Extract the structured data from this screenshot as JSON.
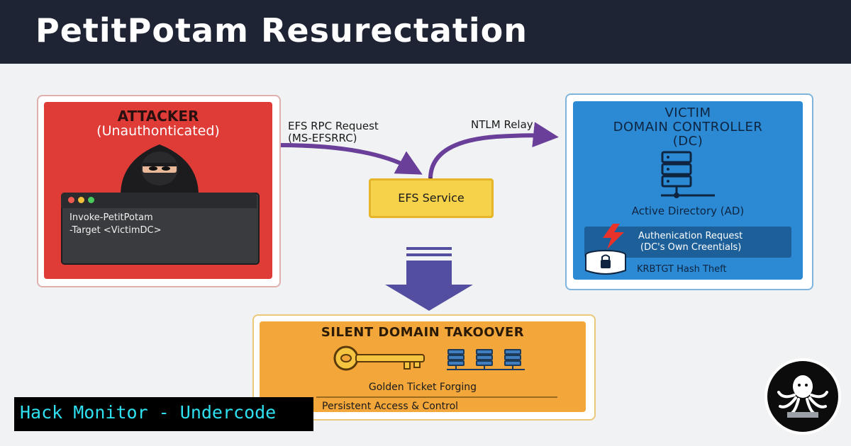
{
  "title": "PetitPotam Resurectation",
  "attacker": {
    "title": "ATTACKER",
    "subtitle": "(Unauthonticated)",
    "terminal_line_1": "Invoke-PetitPotam",
    "terminal_line_2": "-Target <VictimDC>"
  },
  "arrows": {
    "efs_rpc_line_1": "EFS RPC Request",
    "efs_rpc_line_2": "(MS-EFSRRC)",
    "ntlm_relay": "NTLM Relay"
  },
  "efs_service": {
    "label": "EFS Service"
  },
  "victim": {
    "title_line_1": "VICTIM",
    "title_line_2": "DOMAIN CONTROLLER",
    "title_line_3": "(DC)",
    "active_directory": "Active Directory (AD)",
    "auth_line_1": "Authenication Request",
    "auth_line_2": "(DC's Own Creentials)",
    "krbtgt": "KRBTGT Hash Theft"
  },
  "takeover": {
    "title": "SILENT DOMAIN TAKOOVER",
    "golden_ticket": "Golden Ticket Forging",
    "persistent": "Persistent Access & Control"
  },
  "footer": {
    "text": "Hack Monitor - Undercode"
  },
  "colors": {
    "banner": "#1f2434",
    "attacker_red": "#df3b37",
    "victim_blue": "#2b8ad3",
    "efs_yellow": "#f5d24a",
    "takeover_orange": "#f3a73a",
    "flow_arrow_purple": "#6a3f99",
    "down_arrow_indigo": "#544ea0",
    "footer_cyan": "#2ee0f0"
  },
  "icons": [
    "hooded-hacker-icon",
    "terminal-window-icon",
    "server-stack-icon",
    "lightning-bolt-icon",
    "padlock-database-icon",
    "golden-key-icon",
    "server-network-icon",
    "octopus-logo"
  ]
}
